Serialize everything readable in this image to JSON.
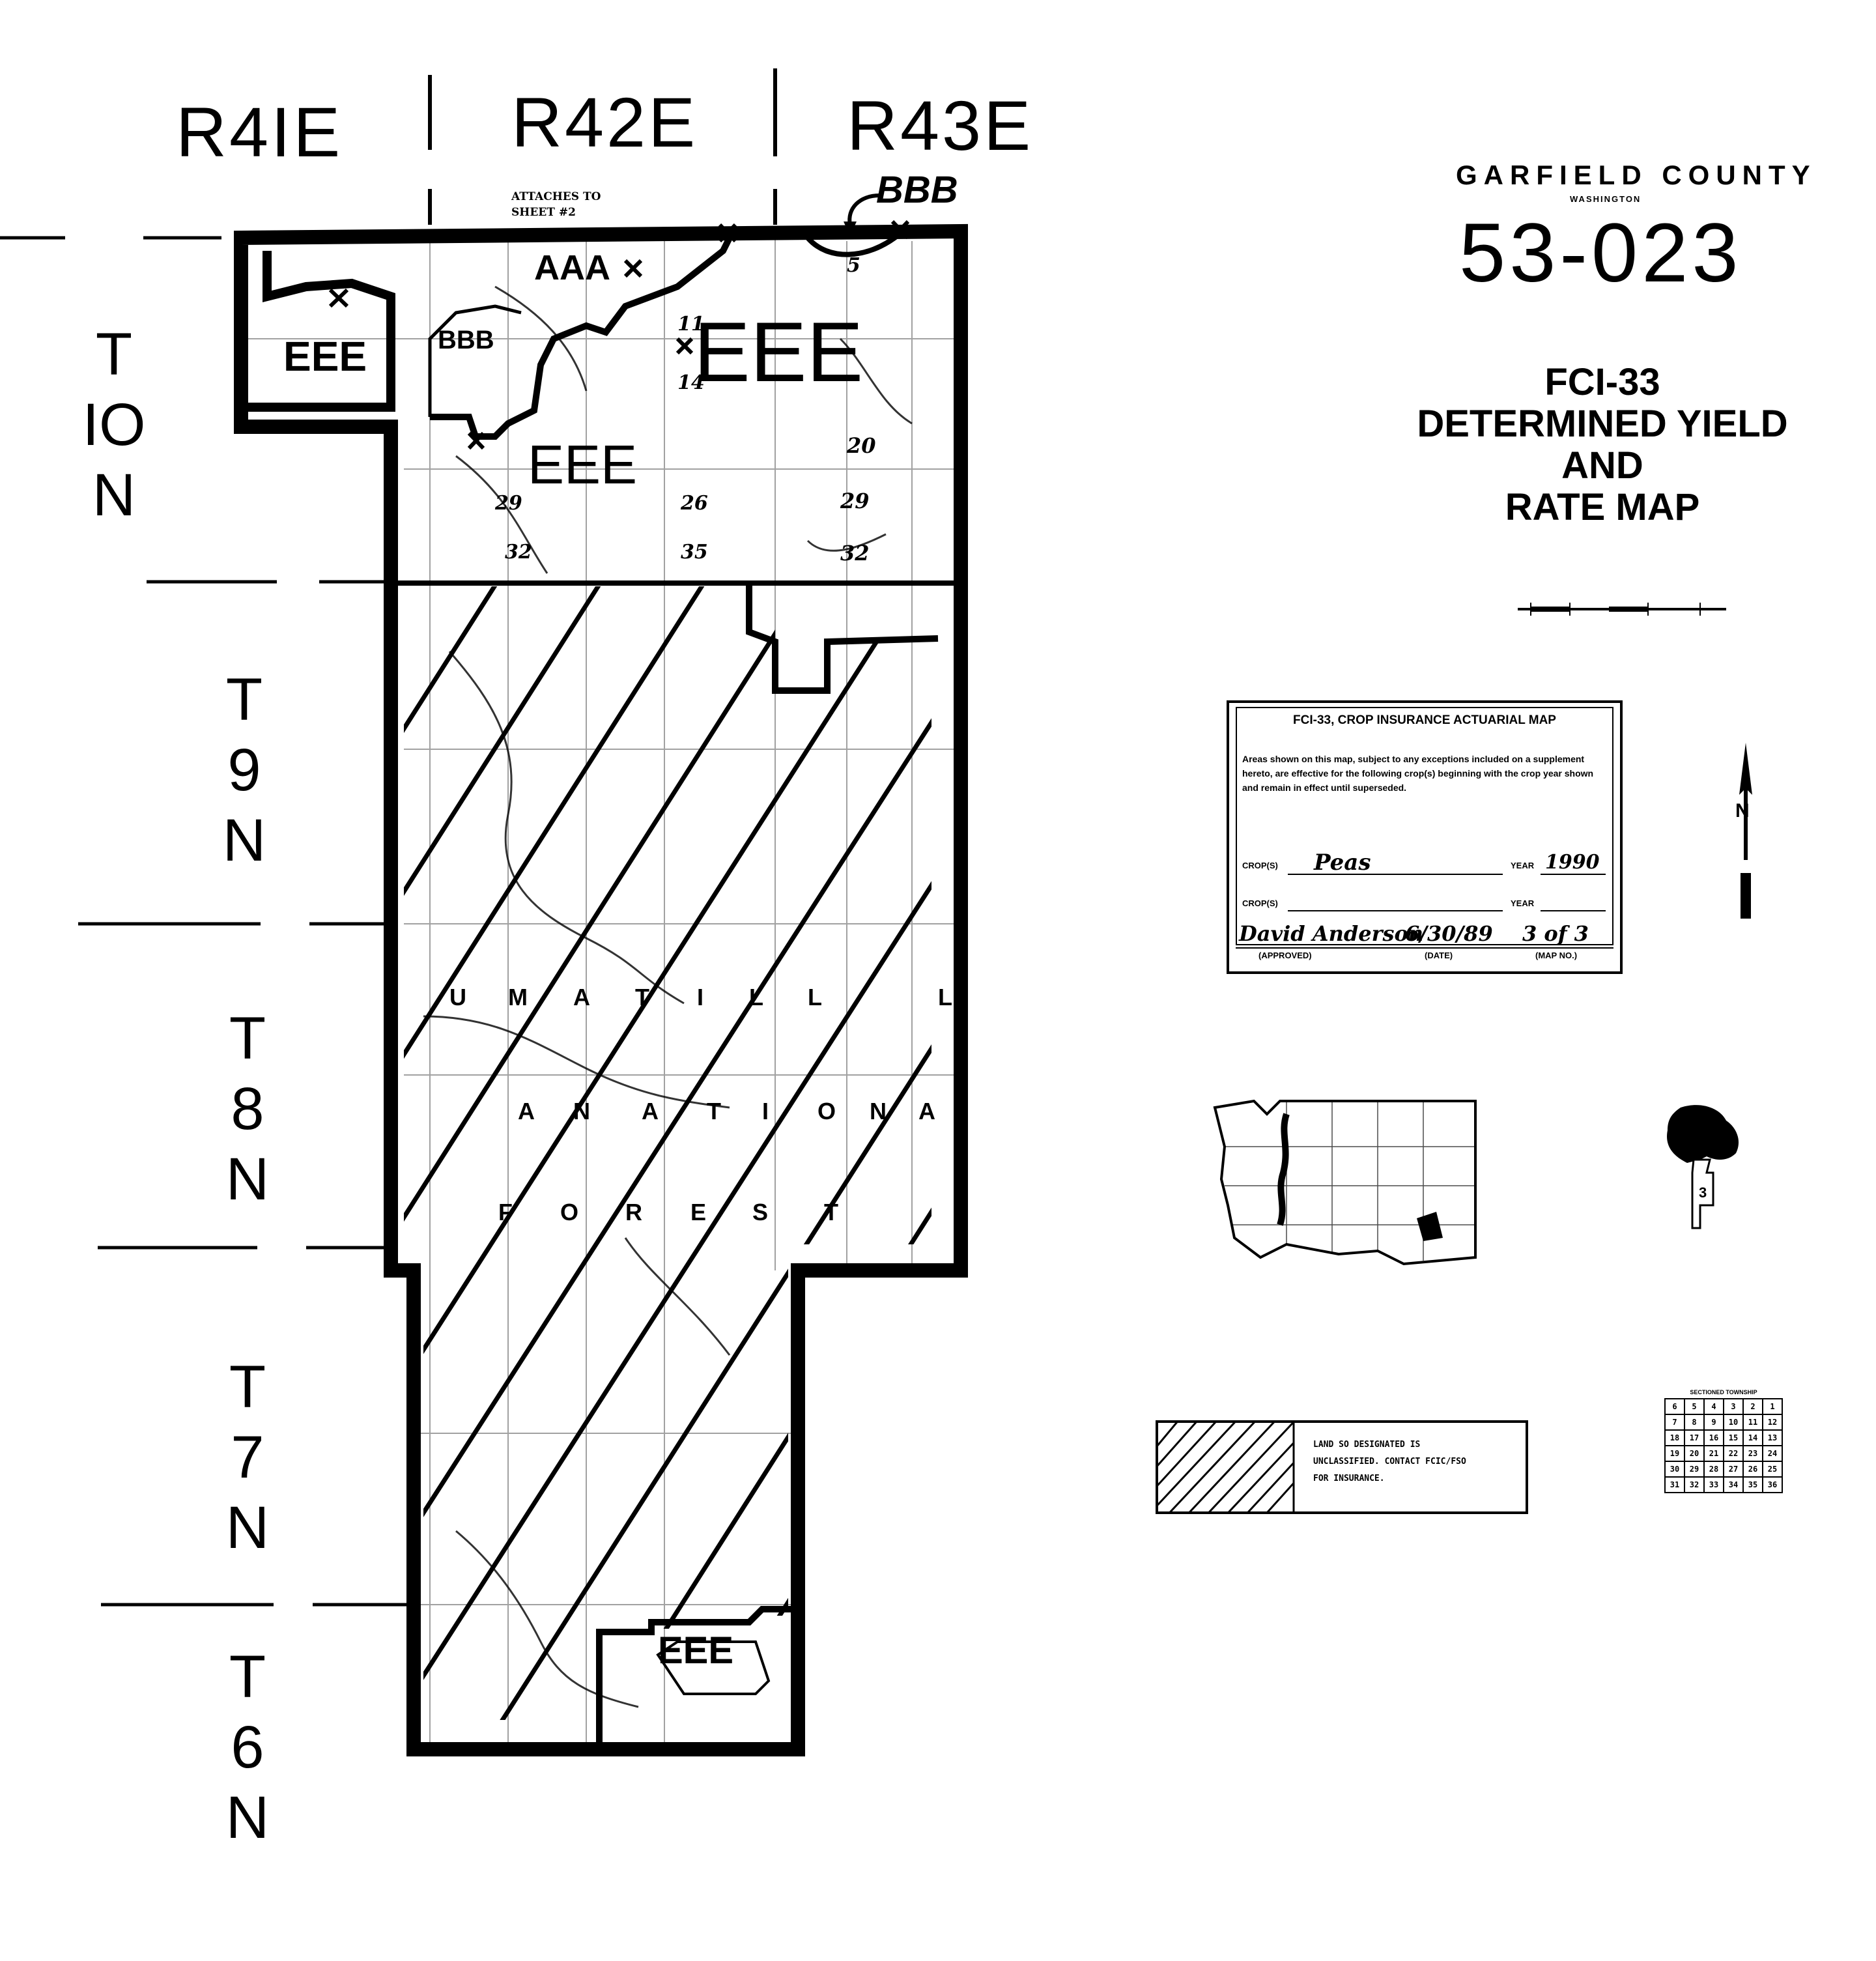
{
  "ranges": [
    "R4IE",
    "R42E",
    "R43E"
  ],
  "townships": [
    {
      "t": "T",
      "n": "IO",
      "s": "N"
    },
    {
      "t": "T",
      "n": "9",
      "s": "N"
    },
    {
      "t": "T",
      "n": "8",
      "s": "N"
    },
    {
      "t": "T",
      "n": "7",
      "s": "N"
    },
    {
      "t": "T",
      "n": "6",
      "s": "N"
    }
  ],
  "header": {
    "county": "GARFIELD COUNTY",
    "state": "WASHINGTON",
    "map_number": "53-023",
    "title_lines": [
      "FCI-33",
      "DETERMINED YIELD",
      "AND",
      "RATE MAP"
    ]
  },
  "map": {
    "attaches_note_1": "ATTACHES TO",
    "attaches_note_2": "SHEET #2",
    "zone_labels": {
      "eee_1": "EEE",
      "eee_2": "EEE",
      "eee_3": "EEE",
      "eee_4": "EEE",
      "aaa": "AAA",
      "bbb_1": "BBB",
      "bbb_2": "BBB"
    },
    "forest_letters": [
      "U",
      "M",
      "A",
      "T",
      "I",
      "L",
      "L",
      "A",
      "N",
      "A",
      "T",
      "I",
      "O",
      "N",
      "A",
      "L",
      "F",
      "O",
      "R",
      "E",
      "S",
      "T"
    ],
    "section_numbers": [
      "5",
      "11",
      "14",
      "20",
      "29",
      "32",
      "29",
      "26",
      "35",
      "32"
    ]
  },
  "actuarial_box": {
    "title": "FCI-33, CROP INSURANCE ACTUARIAL MAP",
    "body": "Areas shown on this map, subject to any exceptions included on a supplement hereto, are effective for the following crop(s) beginning with the crop year shown and remain in effect until superseded.",
    "crop_label_1": "CROP(S)",
    "crop_value_1": "Peas",
    "year_label_1": "YEAR",
    "year_value_1": "1990",
    "crop_label_2": "CROP(S)",
    "year_label_2": "YEAR",
    "signature": "David Anderson",
    "date_value": "6/30/89",
    "map_no_value": "3 of 3",
    "approved_label": "(APPROVED)",
    "date_label": "(DATE)",
    "map_no_label": "(MAP NO.)"
  },
  "legend": {
    "line1": "LAND SO DESIGNATED IS",
    "line2": "UNCLASSIFIED.  CONTACT FCIC/FSO",
    "line3": "FOR INSURANCE."
  },
  "key_map": {
    "sheet_number": "3"
  },
  "north_arrow": {
    "letter": "N"
  },
  "section_grid": {
    "title": "SECTIONED TOWNSHIP",
    "rows": [
      [
        "6",
        "5",
        "4",
        "3",
        "2",
        "1"
      ],
      [
        "7",
        "8",
        "9",
        "10",
        "11",
        "12"
      ],
      [
        "18",
        "17",
        "16",
        "15",
        "14",
        "13"
      ],
      [
        "19",
        "20",
        "21",
        "22",
        "23",
        "24"
      ],
      [
        "30",
        "29",
        "28",
        "27",
        "26",
        "25"
      ],
      [
        "31",
        "32",
        "33",
        "34",
        "35",
        "36"
      ]
    ]
  }
}
